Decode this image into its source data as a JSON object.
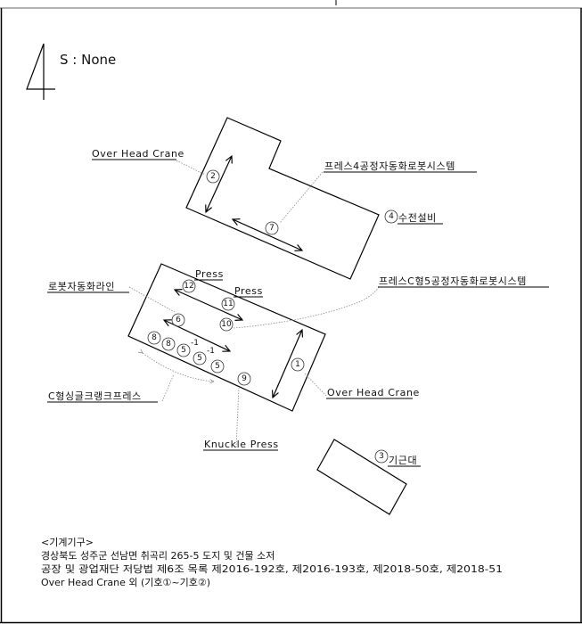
{
  "scale_label": "S : None",
  "north_symbol": "north-arrow",
  "buildings": {
    "upper": {
      "labels": {
        "crane": "Over Head Crane",
        "robot_system": "프레스4공정자동화로봇시스템",
        "power": "수전설비"
      },
      "markers": {
        "crane": "2",
        "robot_system": "7",
        "power": "4"
      }
    },
    "lower": {
      "labels": {
        "robot_line": "로봇자동화라인",
        "press_a": "Press",
        "press_b": "Press",
        "c_robot_system": "프레스C형5공정자동화로봇시스템",
        "c_crank_press": "C형싱글크랭크프레스",
        "crane": "Over Head Crane",
        "knuckle": "Knuckle Press"
      },
      "markers": {
        "m12": "12",
        "m11": "11",
        "m10": "10",
        "m6": "6",
        "m8a": "8",
        "m8b": "8",
        "m5_1a": "5",
        "m5_1a_suffix": "-1",
        "m5_1b": "5",
        "m5_1b_suffix": "-1",
        "m5": "5",
        "m9": "9",
        "m1": "1"
      }
    },
    "small": {
      "label": "기근대",
      "marker": "3"
    }
  },
  "notes": {
    "title": "<기계기구>",
    "line1": "경상북도 성주군 선남면 취곡리 265-5 도지 및 건물 소저",
    "line2": "공장 및 광업재단 저당법 제6조 목록 제2016-192호, 제2016-193호, 제2018-50호, 제2018-51",
    "line3": "Over Head Crane 외 (기호①~기호②)"
  },
  "colors": {
    "line": "#000000",
    "leader": "#888888",
    "frame_top": "#999999"
  }
}
